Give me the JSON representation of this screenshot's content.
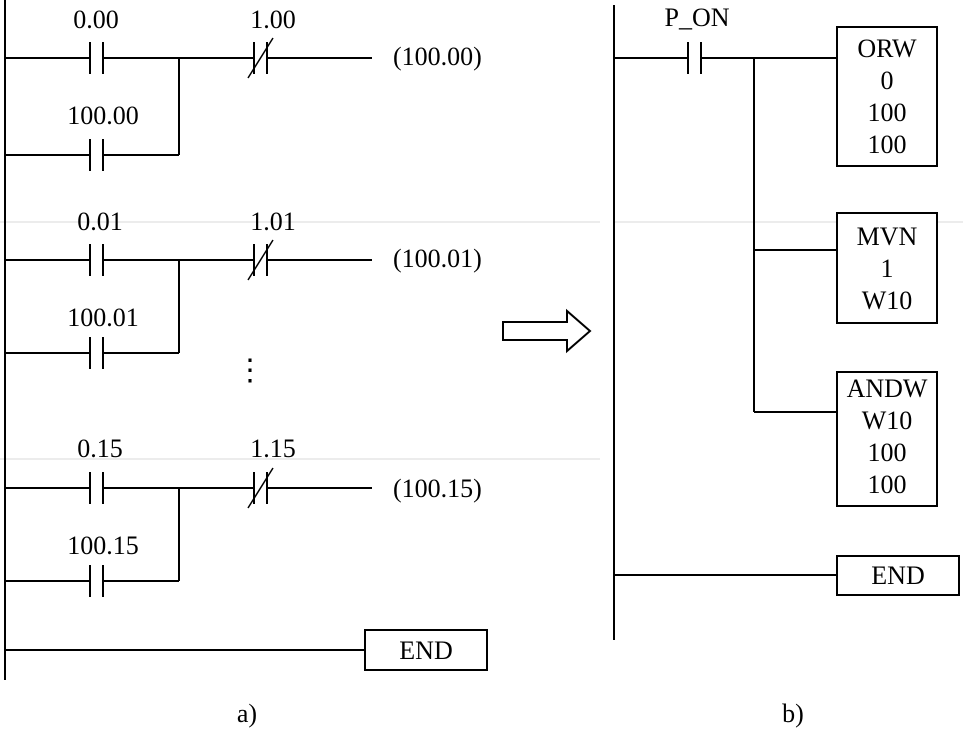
{
  "diagram_a": {
    "caption": "a)",
    "rungs": [
      {
        "no_contact": "0.00",
        "parallel_contact": "100.00",
        "nc_contact": "1.00",
        "output_coil": "(100.00)"
      },
      {
        "no_contact": "0.01",
        "parallel_contact": "100.01",
        "nc_contact": "1.01",
        "output_coil": "(100.01)"
      },
      {
        "no_contact": "0.15",
        "parallel_contact": "100.15",
        "nc_contact": "1.15",
        "output_coil": "(100.15)"
      }
    ],
    "ellipsis": "⋮",
    "end_block": "END"
  },
  "diagram_b": {
    "caption": "b)",
    "contact": "P_ON",
    "blocks": [
      {
        "lines": [
          "ORW",
          "0",
          "100",
          "100"
        ]
      },
      {
        "lines": [
          "MVN",
          "1",
          "W10"
        ]
      },
      {
        "lines": [
          "ANDW",
          "W10",
          "100",
          "100"
        ]
      }
    ],
    "end_block": "END"
  }
}
